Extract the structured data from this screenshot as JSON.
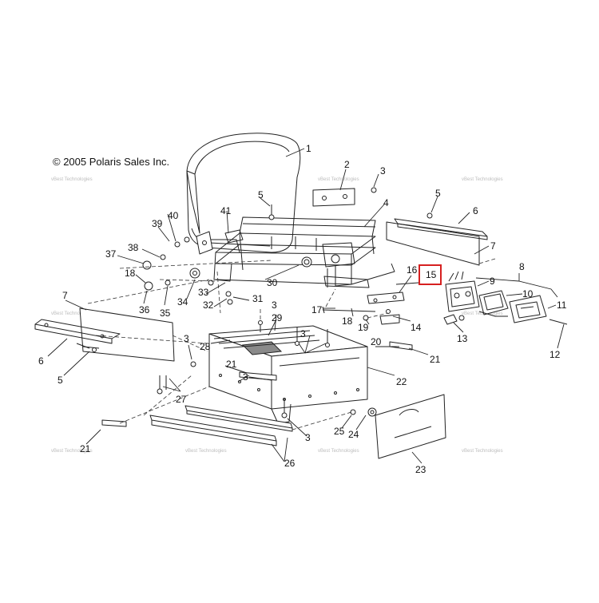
{
  "diagram": {
    "copyright": "© 2005 Polaris Sales Inc.",
    "watermark_text": "vBest Technologies",
    "highlight_color": "#d62020",
    "highlighted_callout": "15",
    "callouts": [
      "1",
      "2",
      "3",
      "4",
      "5",
      "6",
      "7",
      "8",
      "9",
      "10",
      "11",
      "12",
      "13",
      "14",
      "15",
      "16",
      "17",
      "18",
      "19",
      "20",
      "21",
      "22",
      "23",
      "24",
      "25",
      "26",
      "27",
      "28",
      "29",
      "30",
      "31",
      "32",
      "33",
      "34",
      "35",
      "36",
      "37",
      "38",
      "39",
      "40",
      "41"
    ]
  }
}
